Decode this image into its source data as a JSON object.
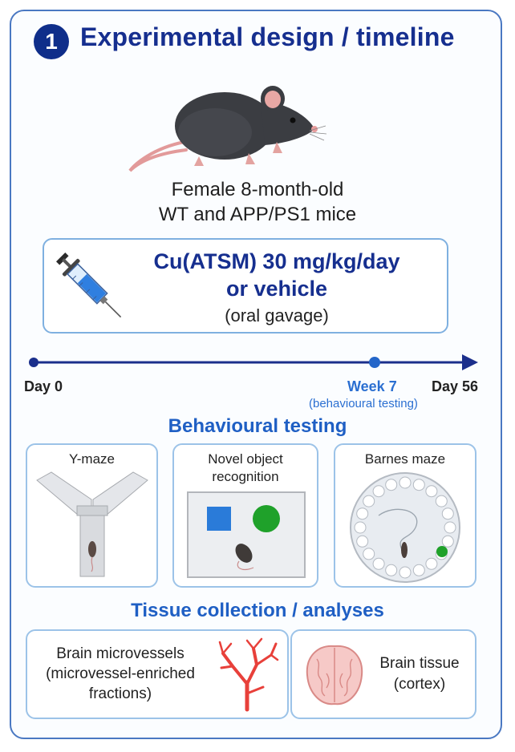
{
  "header": {
    "step_number": "1",
    "title": "Experimental design / timeline"
  },
  "subjects": {
    "line1": "Female 8-month-old",
    "line2": "WT and APP/PS1 mice"
  },
  "treatment": {
    "dose": "Cu(ATSM) 30 mg/kg/day",
    "alternative": "or vehicle",
    "route": "(oral gavage)"
  },
  "timeline": {
    "start_label": "Day 0",
    "milestone_label": "Week 7",
    "milestone_note": "(behavioural testing)",
    "end_label": "Day 56"
  },
  "behaviour": {
    "section_title": "Behavioural testing",
    "tests": [
      {
        "label": "Y-maze"
      },
      {
        "label_line1": "Novel object",
        "label_line2": "recognition"
      },
      {
        "label": "Barnes maze"
      }
    ]
  },
  "tissue": {
    "section_title": "Tissue collection / analyses",
    "microvessels": {
      "line1": "Brain microvessels",
      "line2": "(microvessel-enriched",
      "line3": "fractions)"
    },
    "brain": {
      "line1": "Brain tissue",
      "line2": "(cortex)"
    }
  },
  "colors": {
    "title_navy": "#162f8f",
    "accent_blue": "#1f5fc4",
    "week_blue": "#2b6fd1",
    "vessel_red": "#e8403a",
    "object_green": "#1fa12a",
    "object_blue": "#2a7bd9"
  },
  "icons": [
    "mouse-icon",
    "syringe-icon",
    "brain-icon",
    "microvessel-icon"
  ]
}
